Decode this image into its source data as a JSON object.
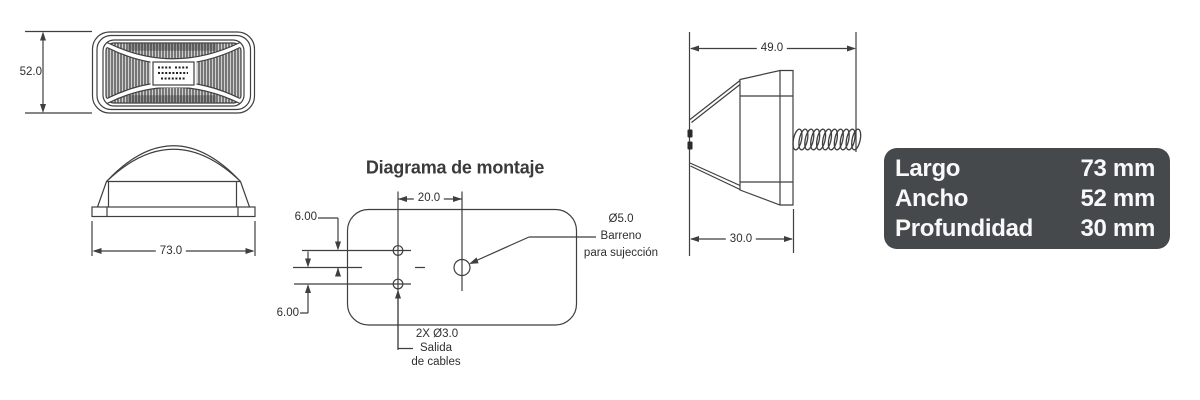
{
  "views": {
    "front": {
      "height_dim": "52.0"
    },
    "profile": {
      "length_dim": "73.0"
    },
    "side": {
      "width_dim": "49.0",
      "depth_dim": "30.0"
    }
  },
  "mounting": {
    "title": "Diagrama de montaje",
    "hole_spacing_dim": "20.0",
    "top_offset_dim": "6.00",
    "bottom_offset_dim": "6.00",
    "screw_hole": {
      "line1": "Ø5.0",
      "line2": "Barreno",
      "line3": "para sujección"
    },
    "cable_holes": {
      "line1": "2X Ø3.0",
      "line2": "Salida",
      "line3": "de cables"
    }
  },
  "spec_table": {
    "rows": [
      {
        "label": "Largo",
        "value": "73 mm"
      },
      {
        "label": "Ancho",
        "value": "52 mm"
      },
      {
        "label": "Profundidad",
        "value": "30 mm"
      }
    ]
  },
  "colors": {
    "line": "#3f3f3f",
    "text": "#2e2e2e",
    "table_bg": "#46494c",
    "table_text": "#f7f8f8",
    "background": "#ffffff"
  }
}
